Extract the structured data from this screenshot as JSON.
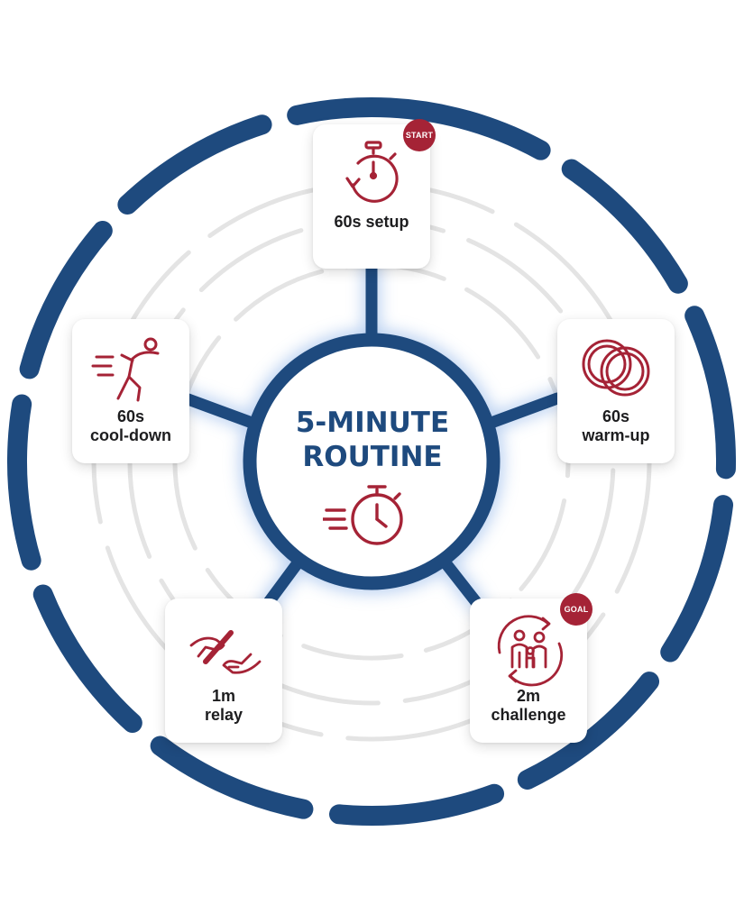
{
  "title": "5-MINUTE\nROUTINE",
  "colors": {
    "navy": "#1e4a7e",
    "crimson": "#a52336",
    "ring_gray": "#e4e4e4",
    "card_bg": "#ffffff"
  },
  "center_icon": "fast-stopwatch-icon",
  "steps": [
    {
      "id": "setup",
      "label": "60s setup",
      "icon": "stopwatch-icon",
      "badge": "START"
    },
    {
      "id": "warmup",
      "label": "60s\nwarm-up",
      "icon": "rings-icon"
    },
    {
      "id": "challenge",
      "label": "2m\nchallenge",
      "icon": "family-cycle-icon",
      "badge": "GOAL"
    },
    {
      "id": "relay",
      "label": "1m\nrelay",
      "icon": "baton-handoff-icon"
    },
    {
      "id": "cooldown",
      "label": "60s\ncool-down",
      "icon": "stretching-person-icon"
    }
  ]
}
